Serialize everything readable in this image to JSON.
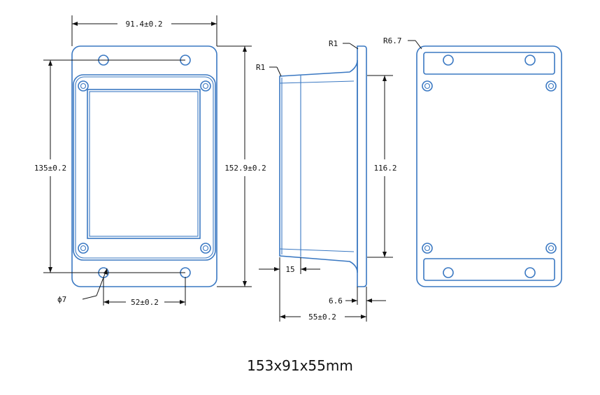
{
  "caption": "153x91x55mm",
  "colors": {
    "part_outline": "#3a78c2",
    "dimension": "#111111",
    "background": "#ffffff"
  },
  "dimensions": {
    "overall_width": "91.4±0.2",
    "hole_spacing_vertical": "135±0.2",
    "overall_height": "152.9±0.2",
    "hole_diameter": "ϕ7",
    "hole_spacing_horizontal": "52±0.2",
    "flange_radius": "R1",
    "body_radius": "R1",
    "inner_height": "116.2",
    "wall_depth": "15",
    "flange_thickness": "6.6",
    "overall_depth": "55±0.2",
    "corner_radius": "R6.7"
  }
}
